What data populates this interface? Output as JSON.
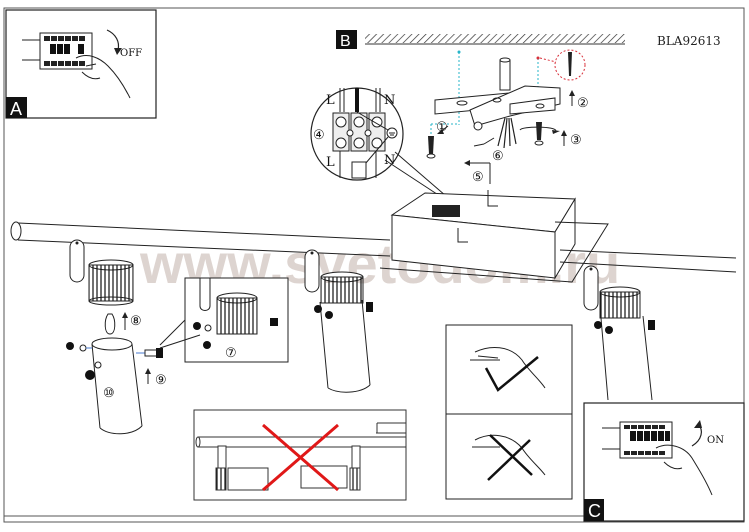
{
  "model_code": "BLA92613",
  "watermark": "www.svetodom.ru",
  "panels": {
    "A": {
      "letter": "A",
      "switch_label": "OFF"
    },
    "B": {
      "letter": "B"
    },
    "C": {
      "letter": "C",
      "switch_label": "ON"
    }
  },
  "terminal": {
    "live_top": "L",
    "neutral_top": "N",
    "live_bottom": "L",
    "neutral_bottom": "N",
    "step": "④"
  },
  "steps": {
    "s1": "①",
    "s2": "②",
    "s3": "③",
    "s5": "⑤",
    "s6": "⑥",
    "s7": "⑦",
    "s8": "⑧",
    "s9": "⑨",
    "s10": "⑩"
  },
  "colors": {
    "ink": "#111111",
    "cross_red": "#e01818",
    "dash_cyan": "#27b5c9",
    "dotted_red": "#d8303a",
    "watermark": "#d8cdc8"
  }
}
